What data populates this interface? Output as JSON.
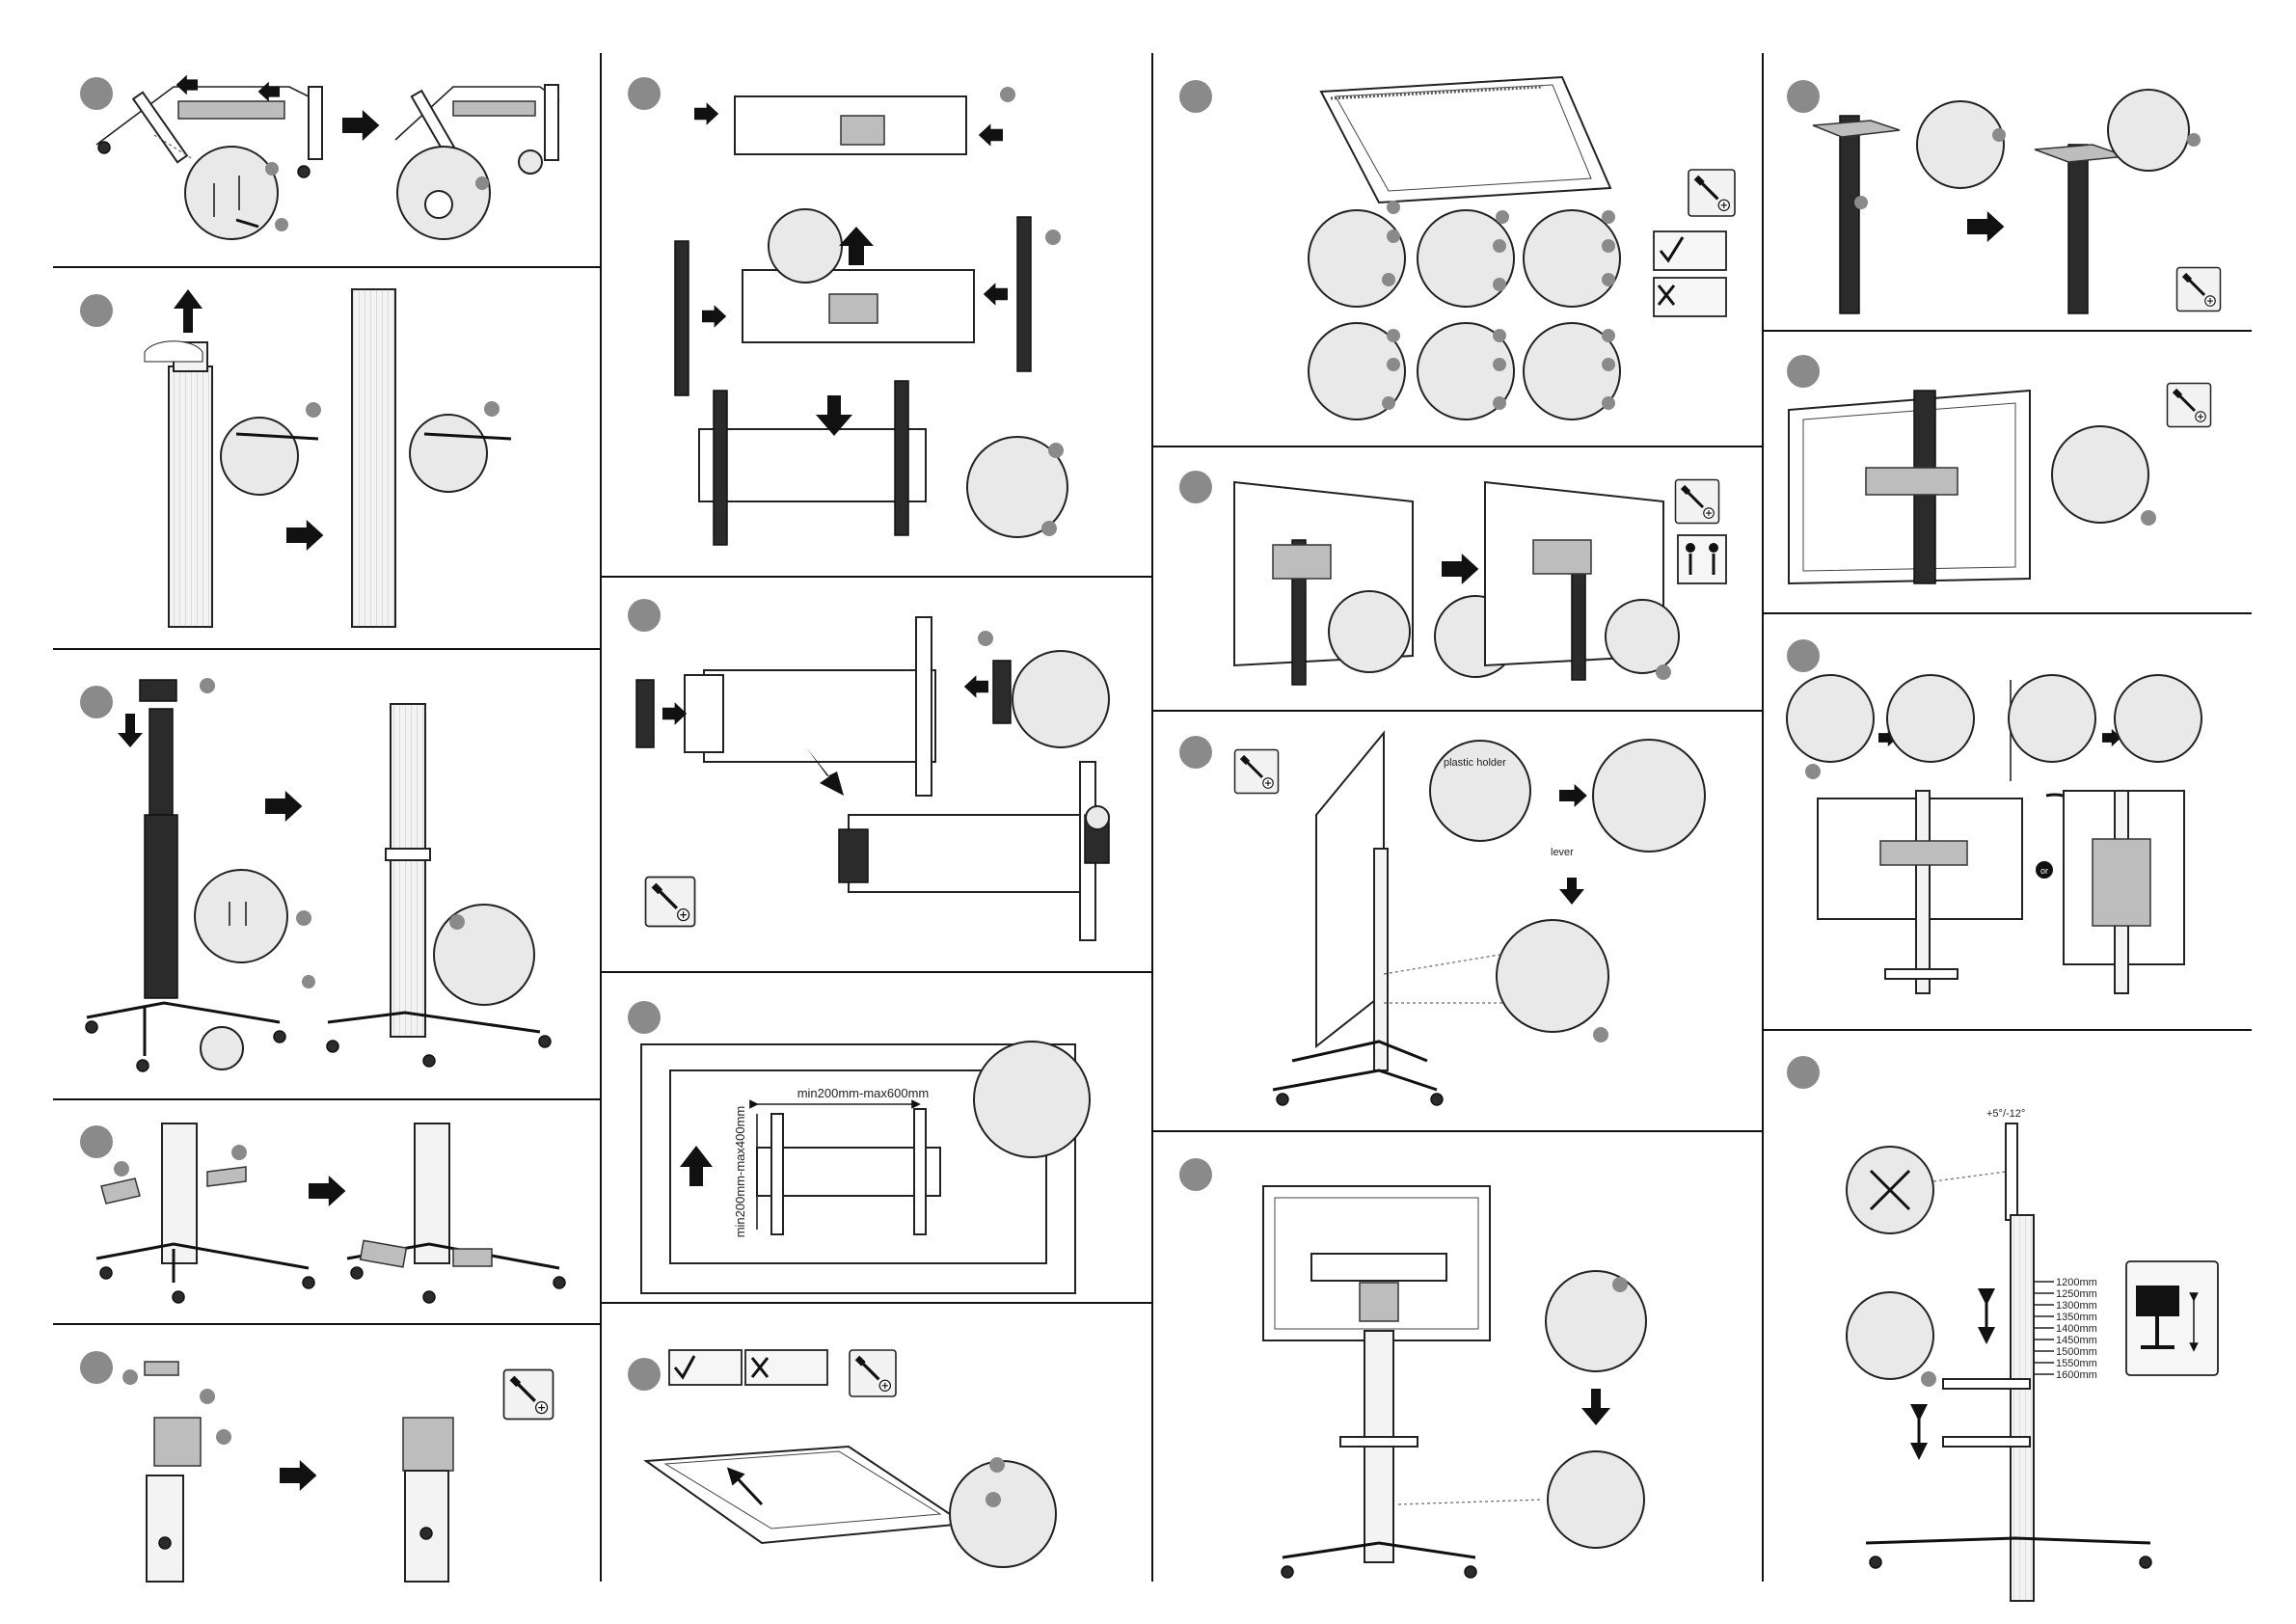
{
  "labels": {
    "step18_plastic_holder": "plastic holder",
    "step18_lever": "lever",
    "step11_vesa_horizontal": "min200mm-max600mm",
    "step11_vesa_vertical": "min200mm-max400mm",
    "step20_or": "or",
    "step21_tilt": "+5°/-12°"
  },
  "heights": [
    "1200mm",
    "1250mm",
    "1300mm",
    "1350mm",
    "1400mm",
    "1450mm",
    "1500mm",
    "1550mm",
    "1600mm"
  ],
  "colors": {
    "badge": "#8a8a8a",
    "line": "#111111"
  },
  "icons": [
    "screwdriver-icon",
    "check-icon",
    "cross-icon",
    "two-person-lift-icon",
    "arrow-icon"
  ]
}
